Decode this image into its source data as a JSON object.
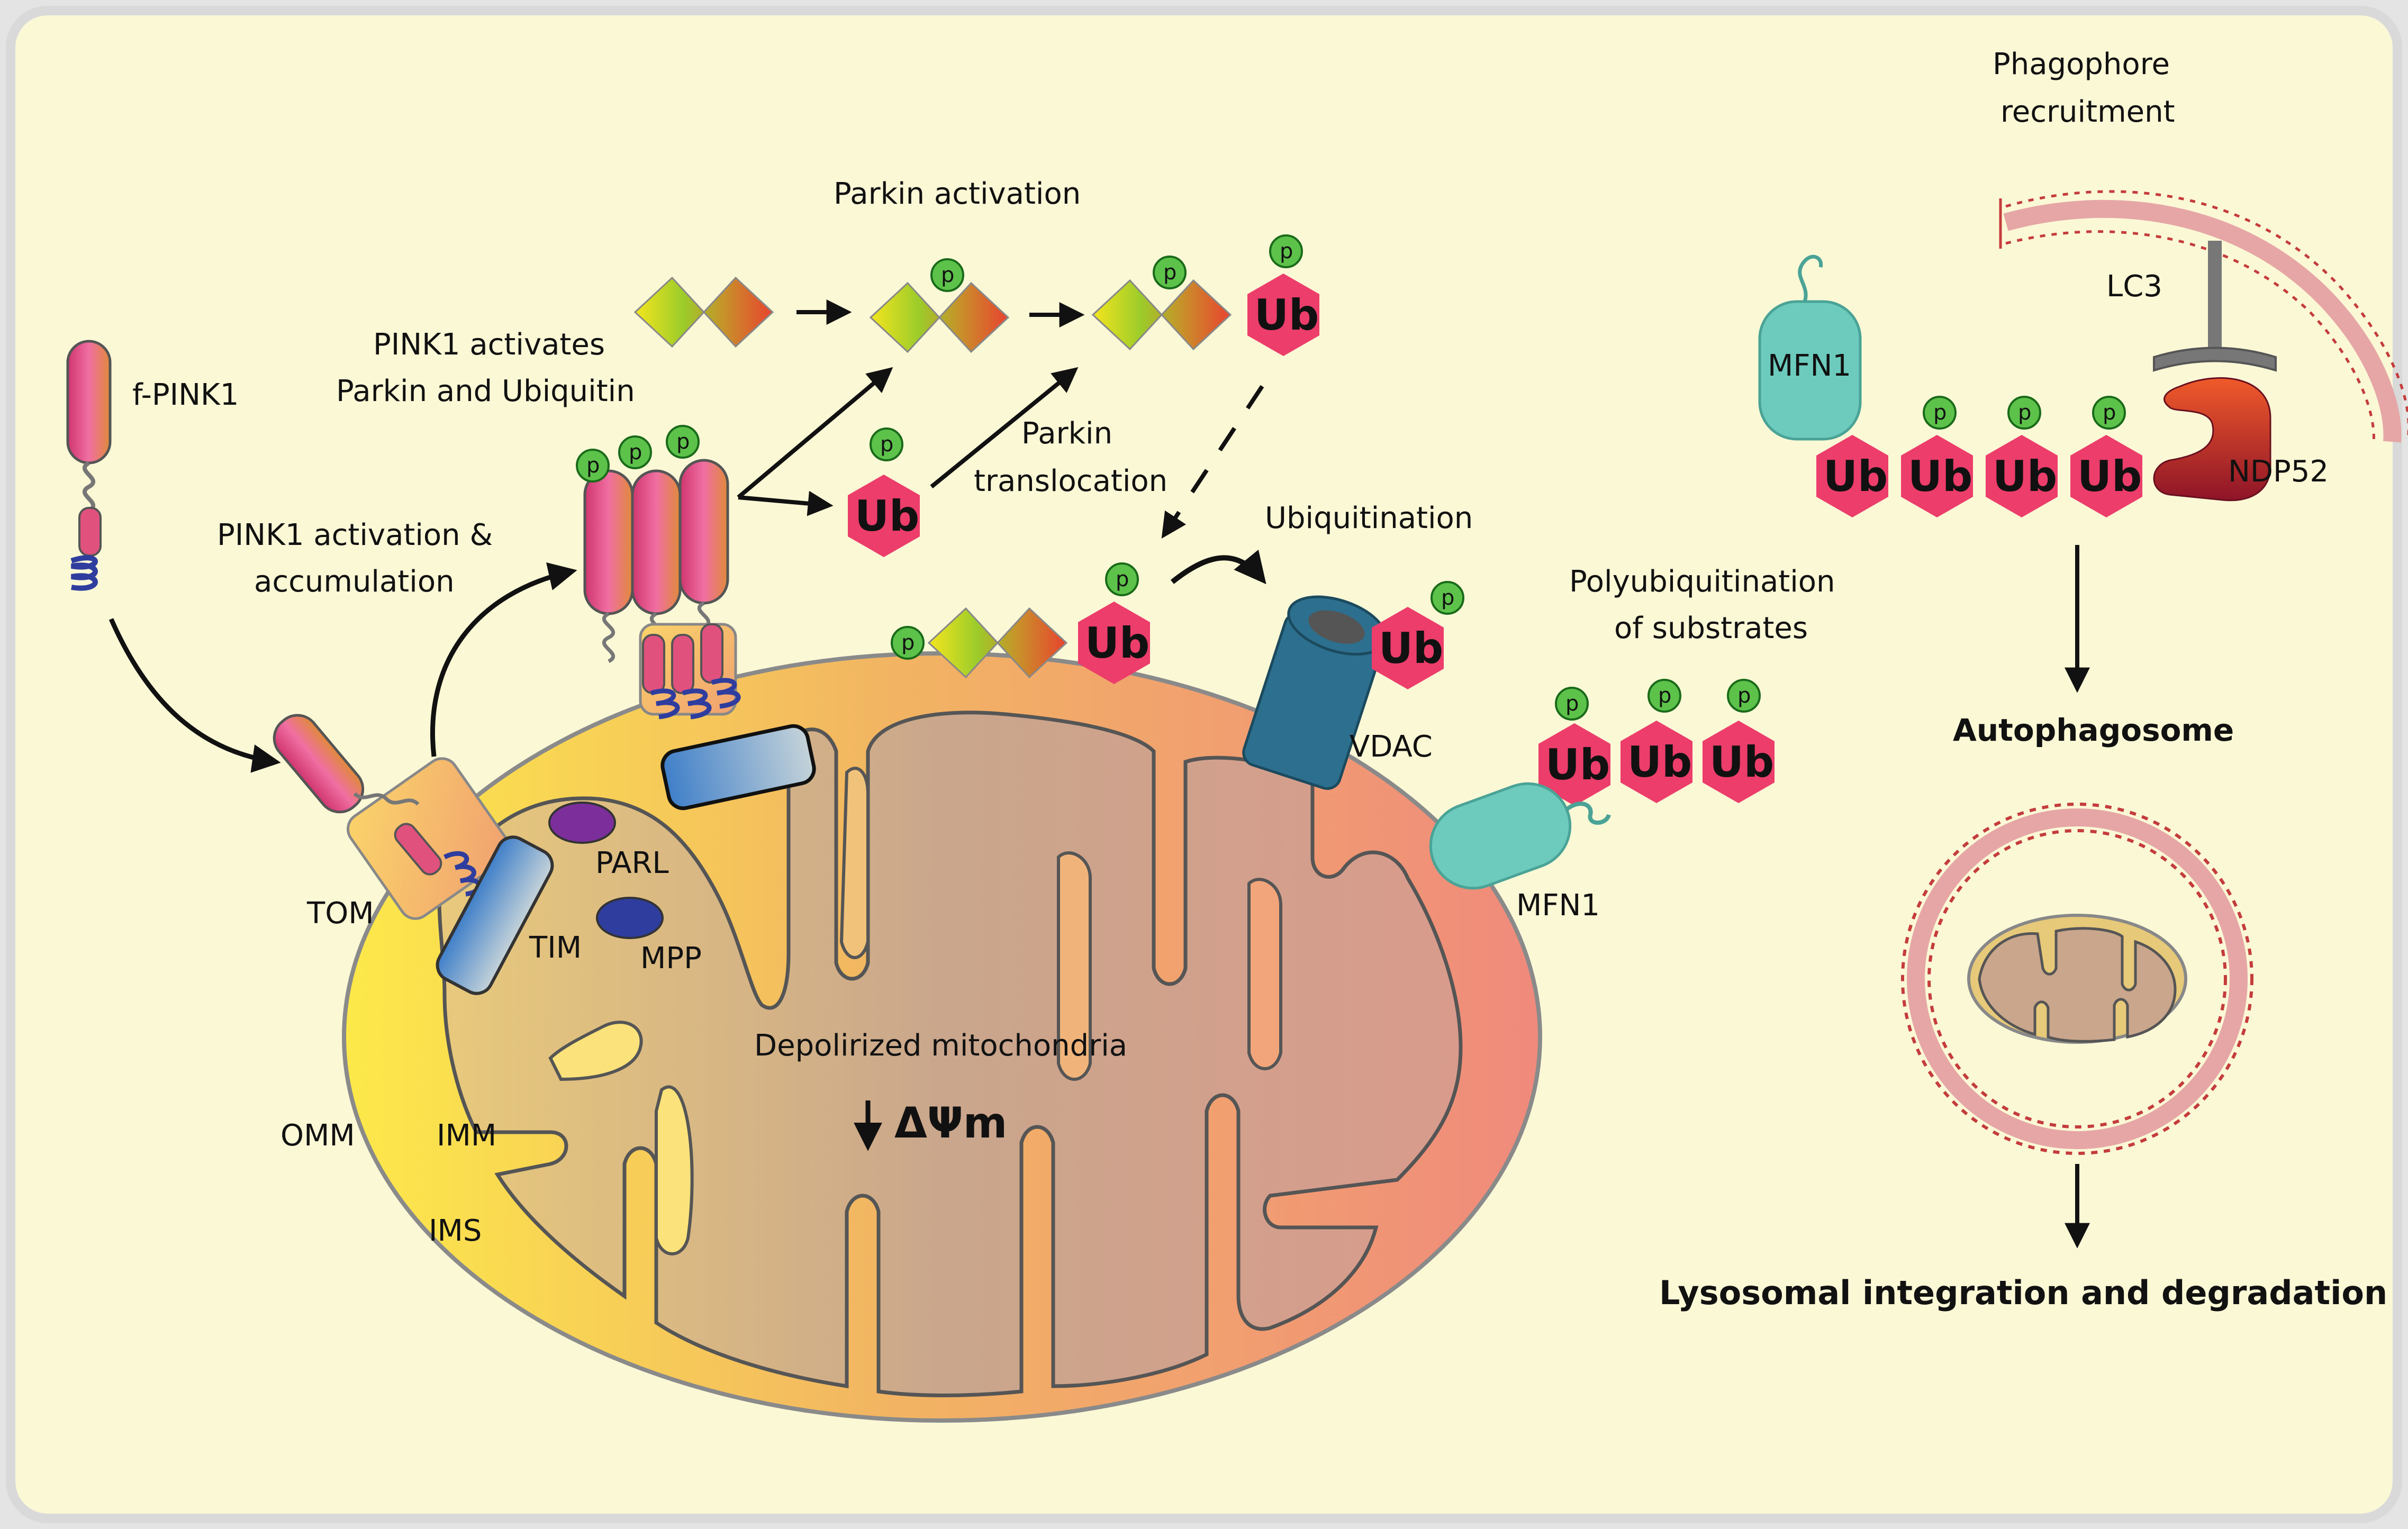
{
  "labels": {
    "f_pink1": "f-PINK1",
    "pink1_activation": [
      "PINK1 activation &",
      "accumulation"
    ],
    "pink1_activates": [
      "PINK1 activates",
      "Parkin and Ubiquitin"
    ],
    "parkin_activation": "Parkin activation",
    "parkin_translocation": [
      "Parkin",
      "translocation"
    ],
    "ubiquitination": "Ubiquitination",
    "vdac": "VDAC",
    "polyubiquitination": [
      "Polyubiquitination",
      "of substrates"
    ],
    "mfn1": "MFN1",
    "tom": "TOM",
    "tim": "TIM",
    "parl": "PARL",
    "mpp": "MPP",
    "omm": "OMM",
    "imm": "IMM",
    "ims": "IMS",
    "depolarized": "Depolirized mitochondria",
    "delta_psi": "ΔΨm",
    "phagophore": [
      "Phagophore",
      "recruitment"
    ],
    "lc3": "LC3",
    "ndp52": "NDP52",
    "autophagosome": "Autophagosome",
    "lysosomal": "Lysosomal integration and degradation",
    "ub": "Ub",
    "p": "p"
  },
  "colors": {
    "background": "#fbf8d6",
    "frame": "#d9d9d9",
    "ub": "#ec3d6b",
    "phospho": "#5dc24a",
    "mfn1": "#6ccbbd",
    "ndp52": "#b01c2e",
    "vdac": "#2d6f8e",
    "helix": "#2f3d9e",
    "parl": "#7c2f9b",
    "mpp": "#2f3d9e"
  }
}
